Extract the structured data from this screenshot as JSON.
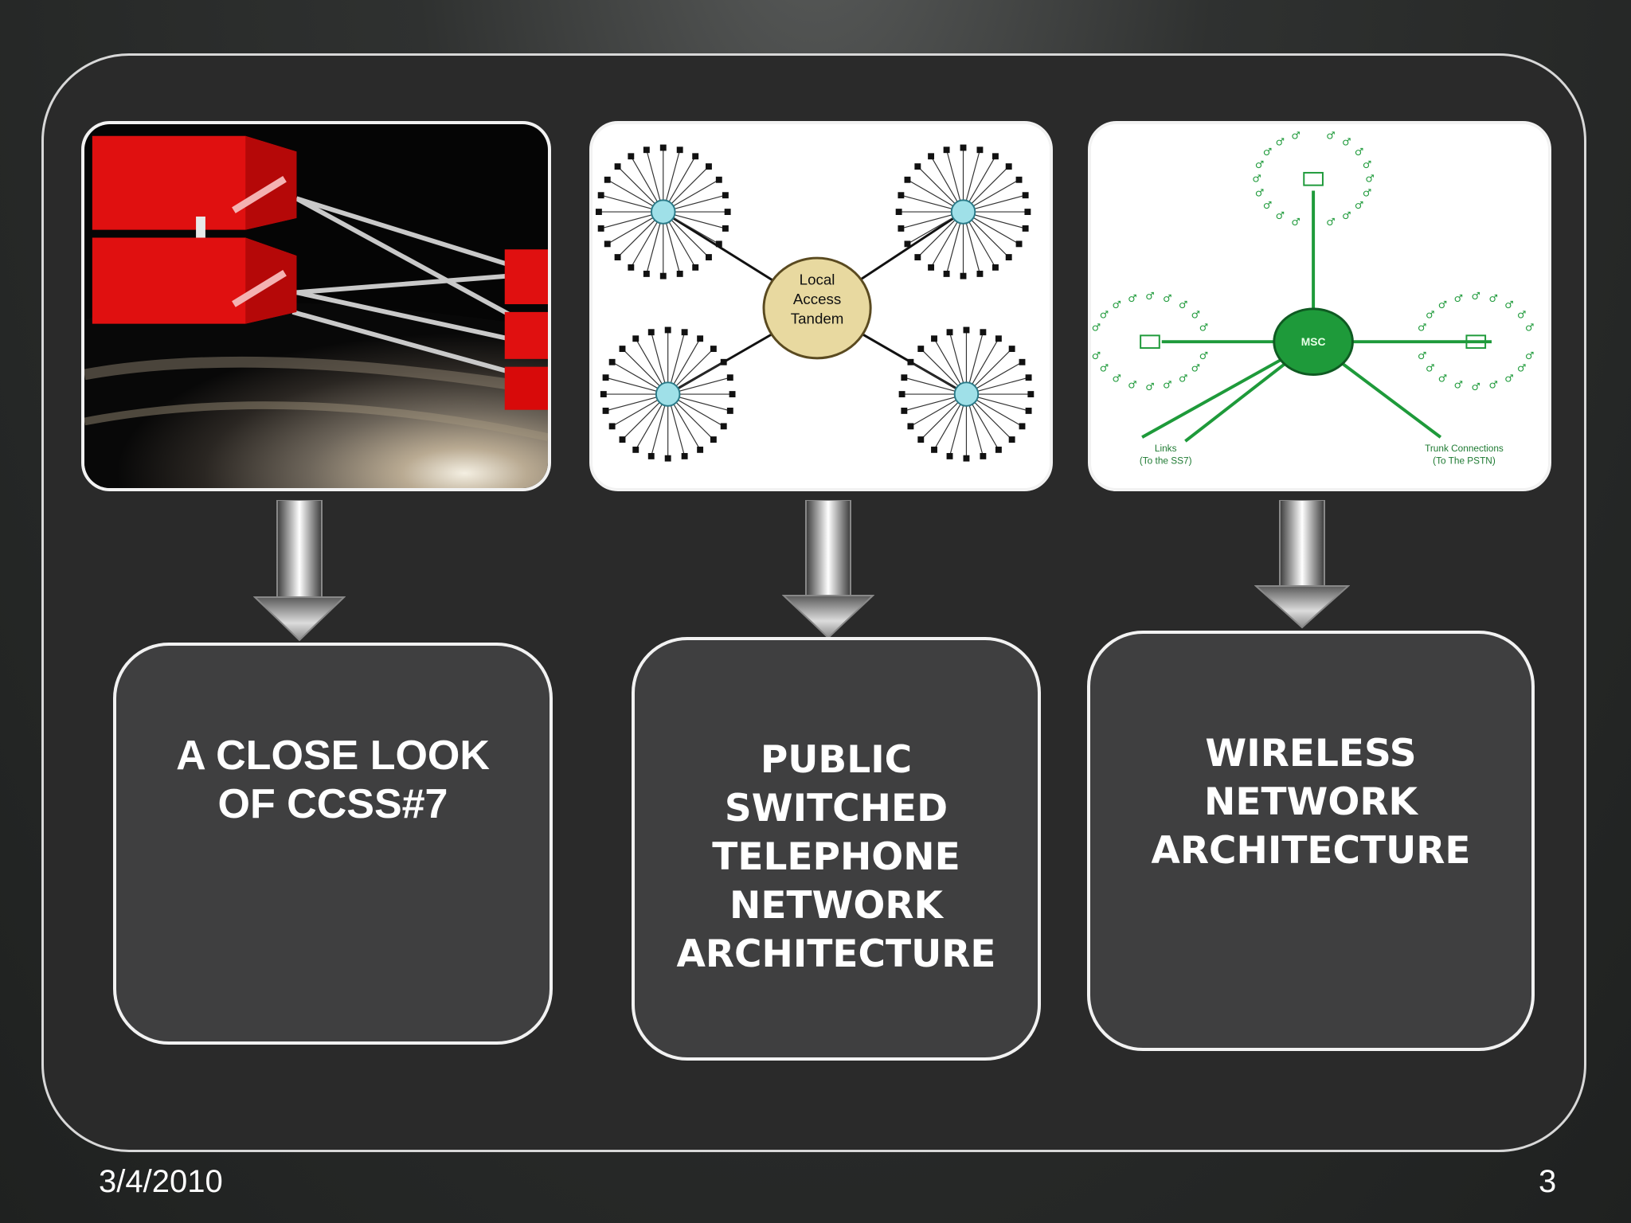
{
  "slide": {
    "boxes": [
      {
        "label": "A CLOSE LOOK\nOF CCSS#7"
      },
      {
        "label": "PUBLIC\nSWITCHED\nTELEPHONE\nNETWORK\nARCHITECTURE"
      },
      {
        "label": "WIRELESS\nNETWORK\nARCHITECTURE"
      }
    ],
    "pstn_diagram": {
      "center_label": "Local\nAccess\nTandem"
    },
    "wireless_diagram": {
      "center_label": "MSC",
      "links_label": "Links\n(To the SS7)",
      "trunk_label": "Trunk Connections\n(To The PSTN)"
    },
    "footer": {
      "date": "3/4/2010",
      "page_number": "3"
    }
  },
  "colors": {
    "background": "#2a2a2a",
    "box_fill": "#3f3f40",
    "border": "#f2f2f2",
    "msc_green": "#1e9a3a",
    "tandem_fill": "#e8d9a0"
  }
}
